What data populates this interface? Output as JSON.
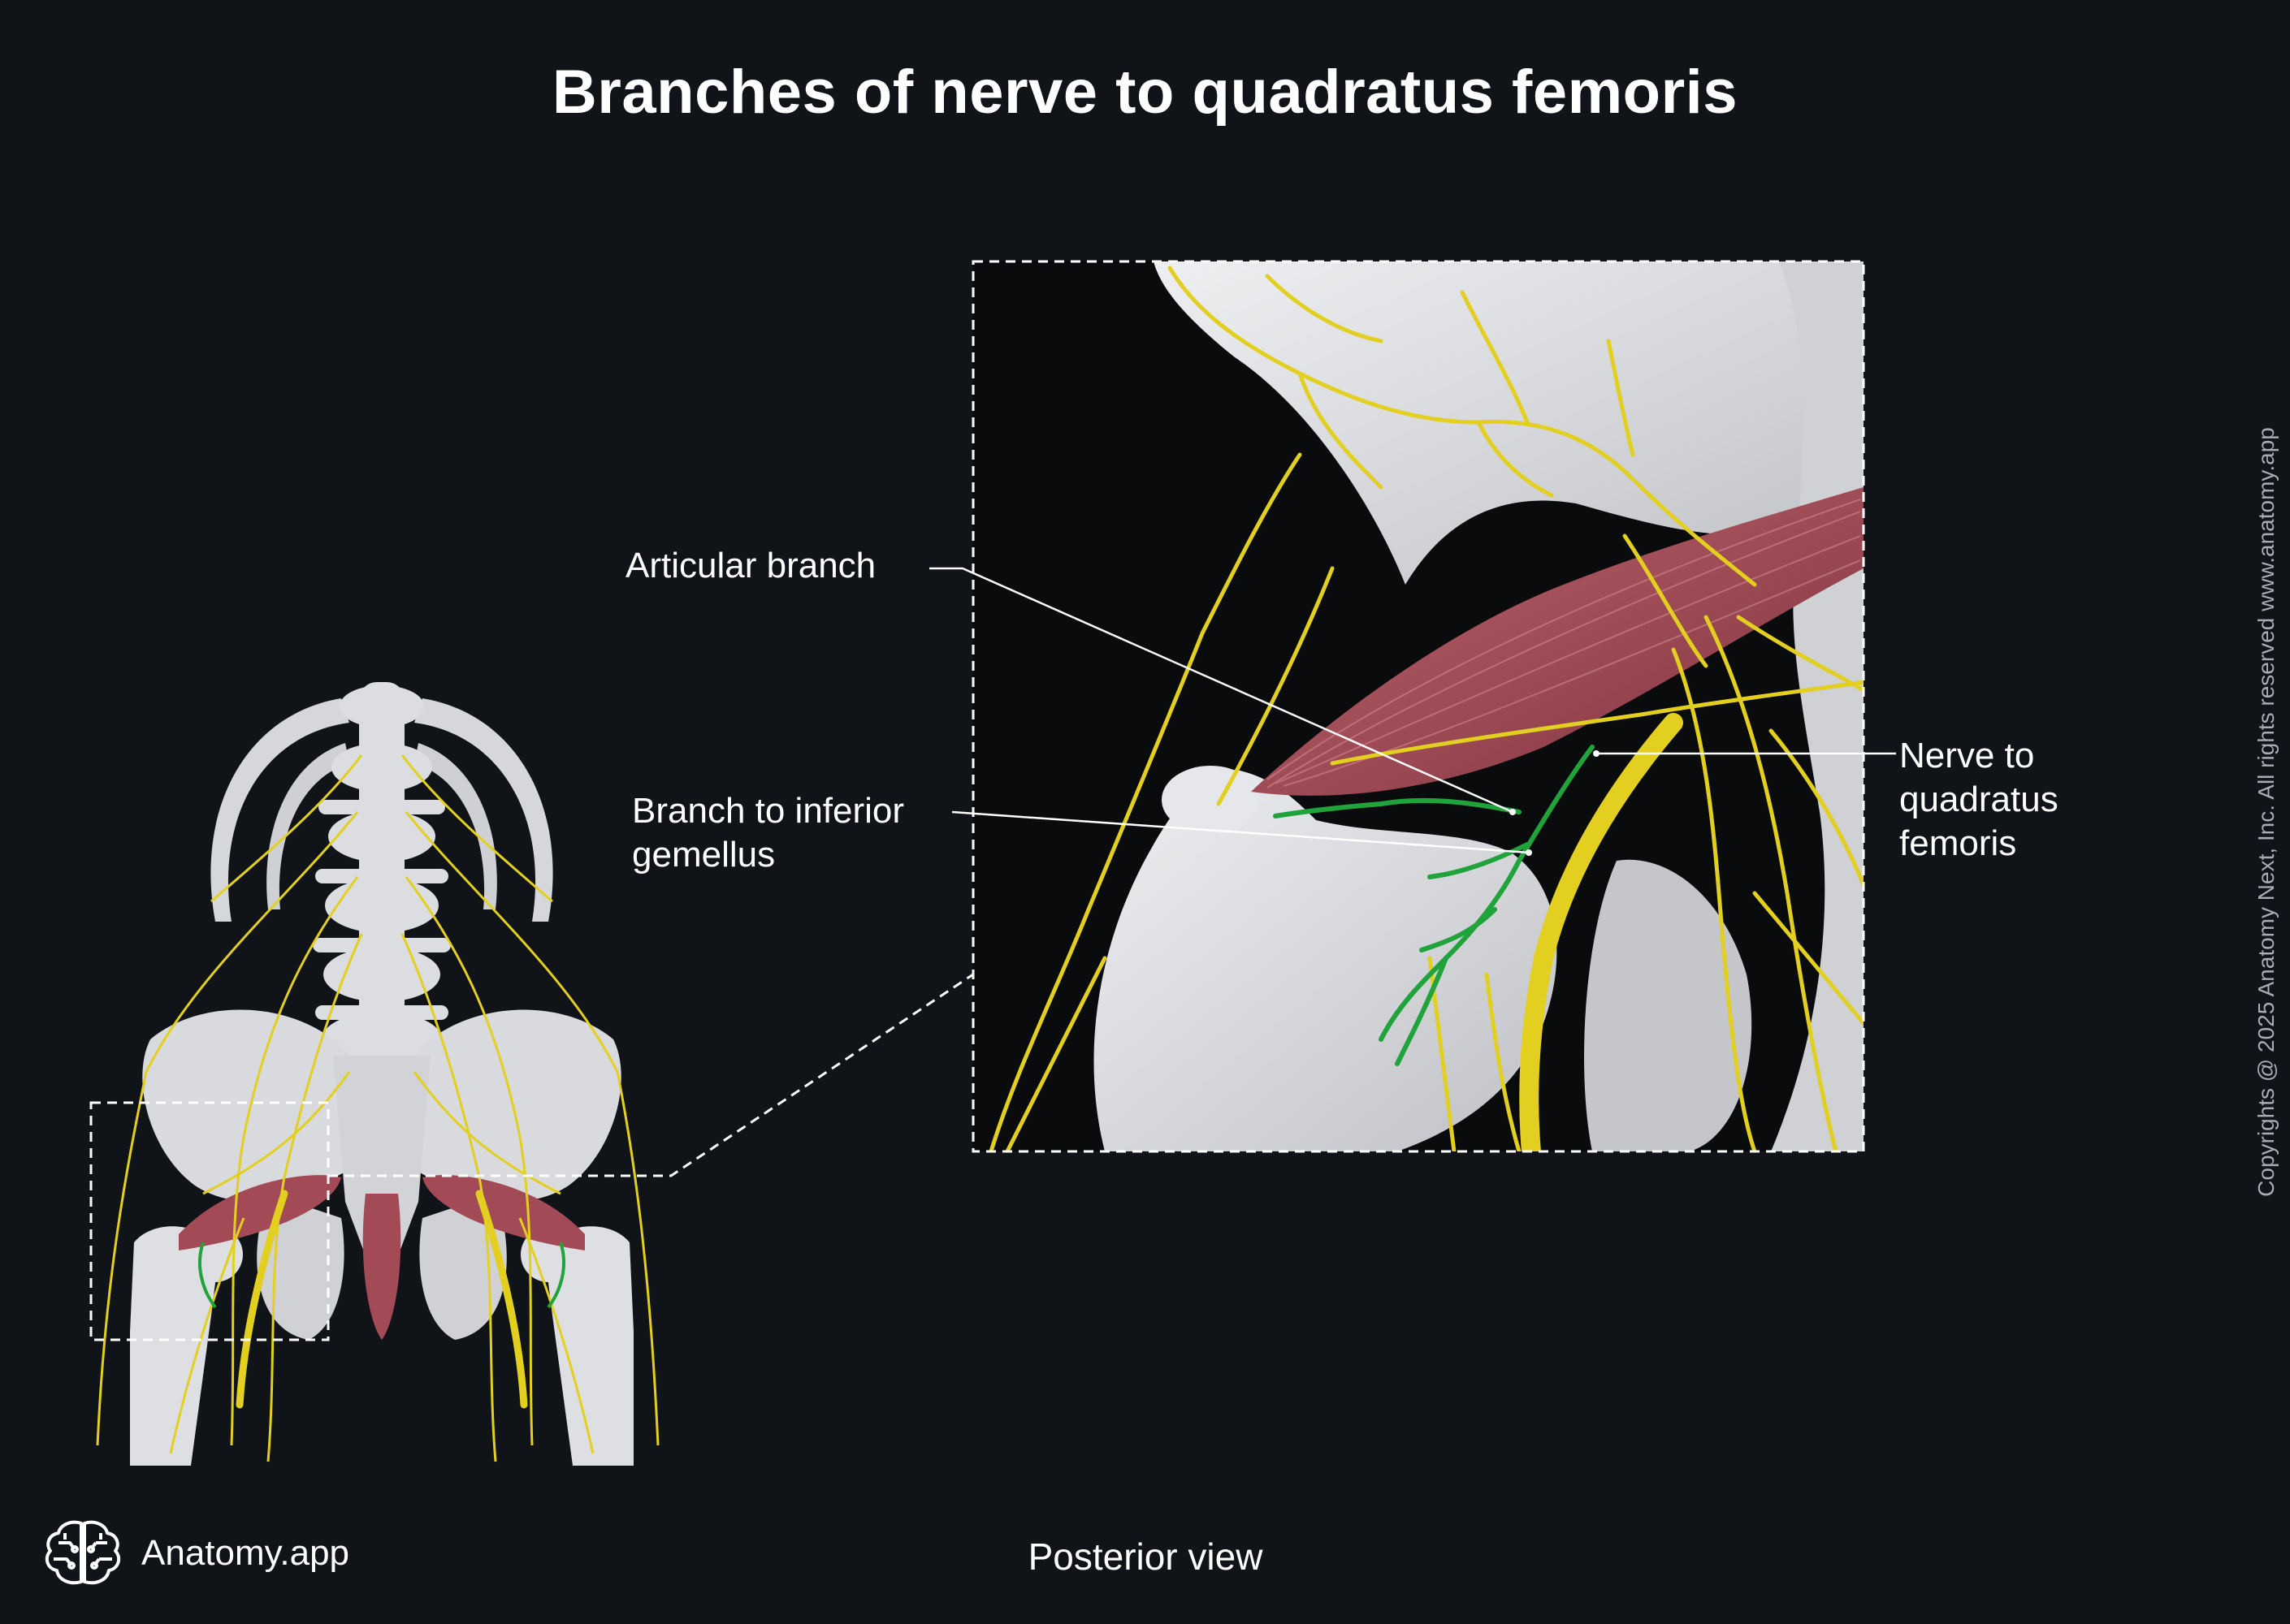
{
  "title": "Branches of nerve to quadratus femoris",
  "labels": {
    "articular_branch": "Articular branch",
    "branch_to_inferior_gemellus_line1": "Branch to inferior",
    "branch_to_inferior_gemellus_line2": "gemellus",
    "nerve_line1": "Nerve to",
    "nerve_line2": "quadratus",
    "nerve_line3": "femoris"
  },
  "view": "Posterior view",
  "brand": {
    "name": "Anatomy.app",
    "icon": "brain-logo-icon"
  },
  "copyright": "Copyrights @ 2025 Anatomy Next, Inc. All rights reserved www.anatomy.app",
  "colors": {
    "background": "#101318",
    "bone": "#d9dadd",
    "nerve": "#e3cf1f",
    "highlighted_branch": "#1fa33a",
    "muscle": "#a24b57",
    "leader_line": "#ffffff"
  }
}
